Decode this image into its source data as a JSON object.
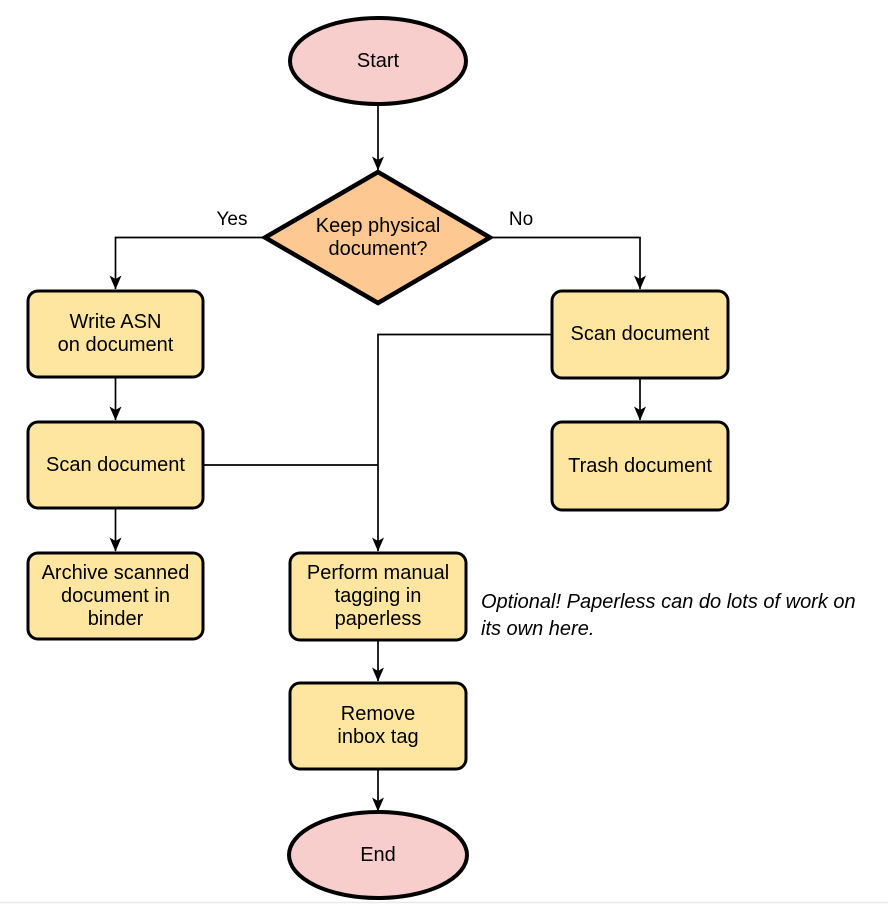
{
  "page": {
    "background": "#ffffff",
    "divider_color": "#e9e9e9"
  },
  "palette": {
    "terminal_fill": "#f8cecc",
    "decision_fill": "#fdc892",
    "process_fill": "#ffe6a0",
    "stroke": "#000000",
    "line": "#000000",
    "text": "#000000"
  },
  "flowchart": {
    "nodes": {
      "start": {
        "type": "terminal",
        "label": "Start"
      },
      "decision": {
        "type": "decision",
        "label": [
          "Keep physical",
          "document?"
        ]
      },
      "write_asn": {
        "type": "process",
        "label": [
          "Write ASN",
          "on document"
        ]
      },
      "scan_left": {
        "type": "process",
        "label": "Scan document"
      },
      "archive": {
        "type": "process",
        "label": [
          "Archive scanned",
          "document in",
          "binder"
        ]
      },
      "scan_right": {
        "type": "process",
        "label": "Scan document"
      },
      "trash": {
        "type": "process",
        "label": "Trash document"
      },
      "tagging": {
        "type": "process",
        "label": [
          "Perform manual",
          "tagging in",
          "paperless"
        ]
      },
      "remove_inbox": {
        "type": "process",
        "label": [
          "Remove",
          "inbox tag"
        ]
      },
      "end": {
        "type": "terminal",
        "label": "End"
      }
    },
    "edge_labels": {
      "yes": "Yes",
      "no": "No"
    },
    "edges": [
      {
        "from": "start",
        "to": "decision"
      },
      {
        "from": "decision",
        "to": "write_asn",
        "label": "Yes"
      },
      {
        "from": "decision",
        "to": "scan_right",
        "label": "No"
      },
      {
        "from": "write_asn",
        "to": "scan_left"
      },
      {
        "from": "scan_left",
        "to": "archive"
      },
      {
        "from": "scan_left",
        "to": "tagging"
      },
      {
        "from": "scan_right",
        "to": "tagging"
      },
      {
        "from": "scan_right",
        "to": "trash"
      },
      {
        "from": "tagging",
        "to": "remove_inbox"
      },
      {
        "from": "remove_inbox",
        "to": "end"
      }
    ],
    "note": [
      "Optional! Paperless can do lots of work on",
      "its own here."
    ]
  }
}
